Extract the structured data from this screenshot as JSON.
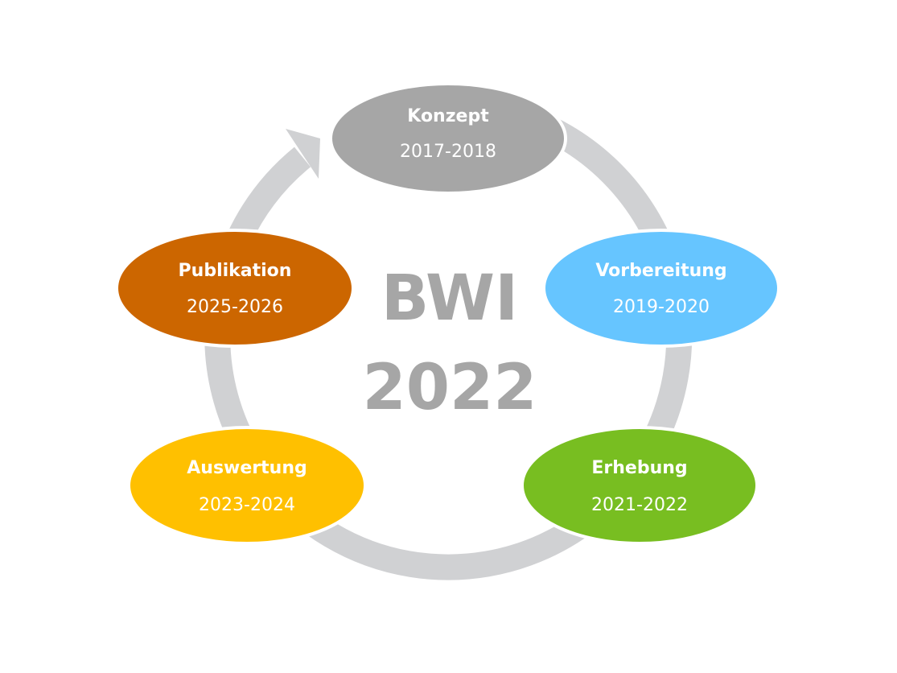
{
  "title": {
    "line1": "BWI",
    "line2": "2022"
  },
  "phases": [
    {
      "name": "Konzept",
      "years": "2017-2018",
      "color": "#a6a6a6"
    },
    {
      "name": "Vorbereitung",
      "years": "2019-2020",
      "color": "#66c5ff"
    },
    {
      "name": "Erhebung",
      "years": "2021-2022",
      "color": "#78be21"
    },
    {
      "name": "Auswertung",
      "years": "2023-2024",
      "color": "#ffc000"
    },
    {
      "name": "Publikation",
      "years": "2025-2026",
      "color": "#cc6600"
    }
  ],
  "ring_color": "#d0d1d3"
}
